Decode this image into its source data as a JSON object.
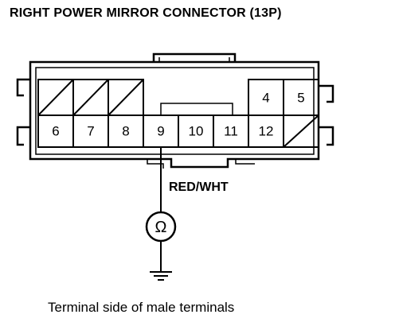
{
  "title": "RIGHT POWER MIRROR CONNECTOR (13P)",
  "connector": {
    "top_row_pins": [
      "",
      "",
      "",
      "4",
      "5"
    ],
    "bottom_row_pins": [
      "6",
      "7",
      "8",
      "9",
      "10",
      "11",
      "12",
      ""
    ]
  },
  "wire_label": "RED/WHT",
  "meter_symbol": "Ω",
  "caption": "Terminal side of male terminals"
}
